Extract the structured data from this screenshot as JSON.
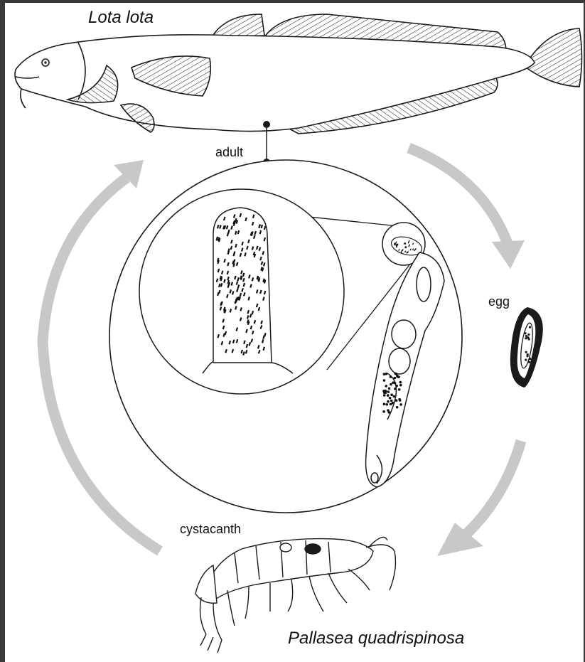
{
  "species": {
    "host_fish": "Lota lota",
    "host_amphipod": "Pallasea quadrispinosa"
  },
  "stages": {
    "adult": "adult",
    "egg": "egg",
    "cystacanth": "cystacanth"
  },
  "colors": {
    "arrow": "#c8c8c8",
    "line": "#1a1a1a",
    "frame": "#3a3a3a",
    "background": "#ffffff"
  }
}
